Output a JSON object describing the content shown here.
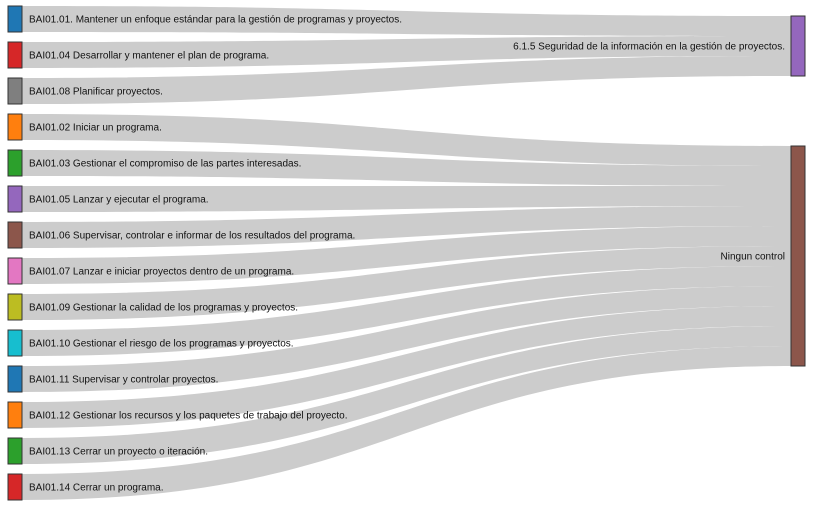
{
  "sankey": {
    "sources": [
      {
        "id": "s1",
        "label": "BAI01.01. Mantener un enfoque estándar para la gestión de programas y proyectos.",
        "color": "#1f77b4",
        "target": "t1"
      },
      {
        "id": "s2",
        "label": "BAI01.04 Desarrollar y mantener el plan de programa.",
        "color": "#d62728",
        "target": "t1"
      },
      {
        "id": "s3",
        "label": "BAI01.08 Planificar proyectos.",
        "color": "#7f7f7f",
        "target": "t1"
      },
      {
        "id": "s4",
        "label": "BAI01.02 Iniciar un programa.",
        "color": "#ff7f0e",
        "target": "t2"
      },
      {
        "id": "s5",
        "label": "BAI01.03 Gestionar el compromiso de las partes interesadas.",
        "color": "#2ca02c",
        "target": "t2"
      },
      {
        "id": "s6",
        "label": "BAI01.05 Lanzar y ejecutar el programa.",
        "color": "#9467bd",
        "target": "t2"
      },
      {
        "id": "s7",
        "label": "BAI01.06 Supervisar, controlar e informar de los resultados del programa.",
        "color": "#8c564b",
        "target": "t2"
      },
      {
        "id": "s8",
        "label": "BAI01.07 Lanzar e iniciar proyectos dentro de un programa.",
        "color": "#e377c2",
        "target": "t2"
      },
      {
        "id": "s9",
        "label": "BAI01.09 Gestionar la calidad de los programas y proyectos.",
        "color": "#bcbd22",
        "target": "t2"
      },
      {
        "id": "s10",
        "label": "BAI01.10 Gestionar el riesgo de los programas y proyectos.",
        "color": "#17becf",
        "target": "t2"
      },
      {
        "id": "s11",
        "label": "BAI01.11 Supervisar y controlar proyectos.",
        "color": "#1f77b4",
        "target": "t2"
      },
      {
        "id": "s12",
        "label": "BAI01.12 Gestionar los recursos y los paquetes de trabajo del proyecto.",
        "color": "#ff7f0e",
        "target": "t2"
      },
      {
        "id": "s13",
        "label": "BAI01.13 Cerrar un proyecto o iteración.",
        "color": "#2ca02c",
        "target": "t2"
      },
      {
        "id": "s14",
        "label": "BAI01.14 Cerrar un programa.",
        "color": "#d62728",
        "target": "t2"
      }
    ],
    "targets": [
      {
        "id": "t1",
        "label": "6.1.5 Seguridad de la información en la gestión de proyectos.",
        "color": "#9467bd"
      },
      {
        "id": "t2",
        "label": "Ningun control",
        "color": "#8c564b"
      }
    ],
    "link_color": "#cccccc",
    "node_stroke": "#333333"
  }
}
